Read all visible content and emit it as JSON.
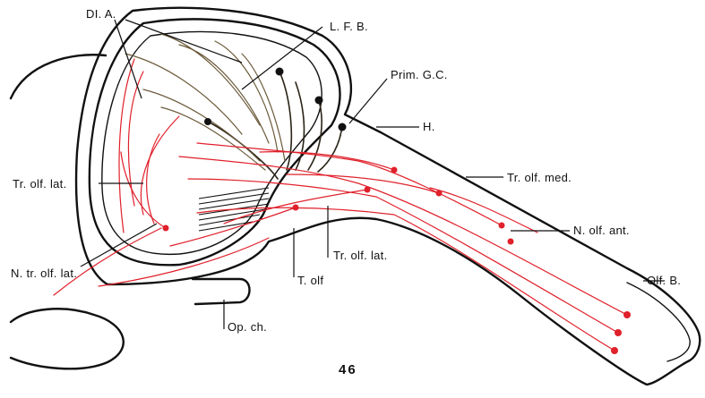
{
  "labels": {
    "dia": "DI. A.",
    "lfb": "L. F. B.",
    "prim_gc": "Prim. G.C.",
    "h": "H.",
    "tr_olf_med": "Tr. olf. med.",
    "n_olf_ant": "N. olf. ant.",
    "olf_b": "Olf. B.",
    "tr_olf_lat_left": "Tr. olf. lat.",
    "n_tr_olf_lat": "N. tr. olf. lat.",
    "t_olf": "T. olf",
    "tr_olf_lat_bottom": "Tr. olf. lat.",
    "op_ch": "Op. ch."
  },
  "figure_number": "46",
  "colors": {
    "outline": "#111111",
    "black_fibers": "#2a2418",
    "red_fibers": "#e0202a"
  }
}
